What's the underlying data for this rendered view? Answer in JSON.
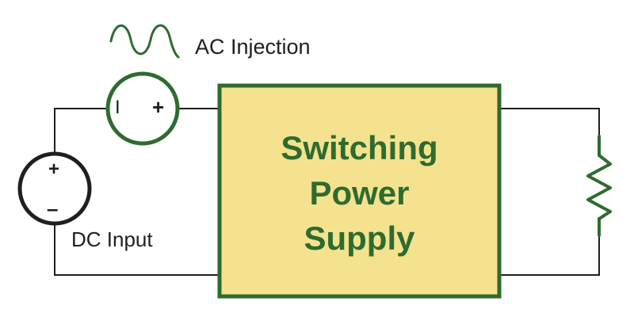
{
  "diagram": {
    "ac_source": {
      "label": "AC Injection",
      "terminal_minus": "I",
      "terminal_plus": "+"
    },
    "dc_source": {
      "label": "DC Input",
      "terminal_plus": "+",
      "terminal_minus": "–"
    },
    "power_supply": {
      "line1": "Switching",
      "line2": "Power",
      "line3": "Supply",
      "fill_color": "#f4e28f",
      "border_color": "#2e6b2f"
    },
    "load": {
      "icon": "resistor-icon"
    },
    "colors": {
      "wire": "#1f1f1f",
      "accent": "#2e6b2f"
    }
  }
}
